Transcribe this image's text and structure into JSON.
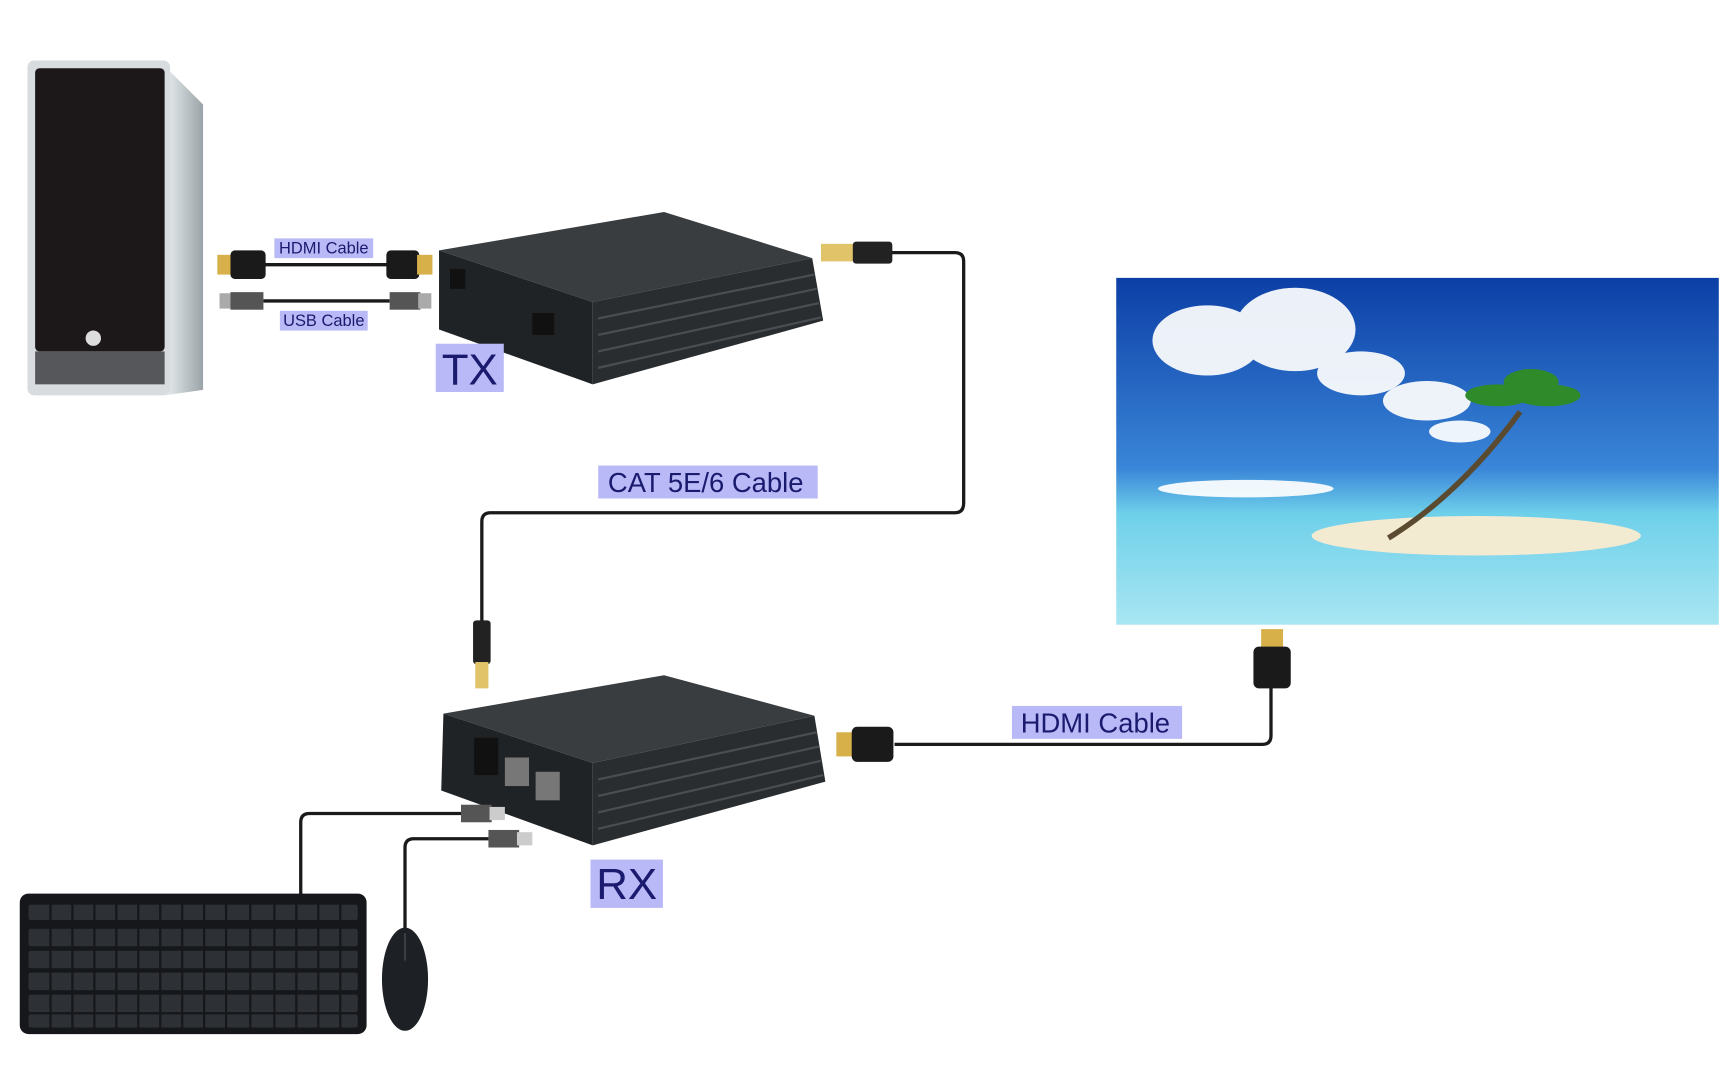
{
  "labels": {
    "hdmi_cable_tx": "HDMI Cable",
    "usb_cable_tx": "USB Cable",
    "tx": "TX",
    "cat_cable": "CAT 5E/6 Cable",
    "rx": "RX",
    "hdmi_cable_rx": "HDMI Cable"
  },
  "colors": {
    "label_bg": "#b9b9f7",
    "label_text": "#1a1a6e",
    "cable": "#1a1a1a",
    "device": "#26292c"
  }
}
